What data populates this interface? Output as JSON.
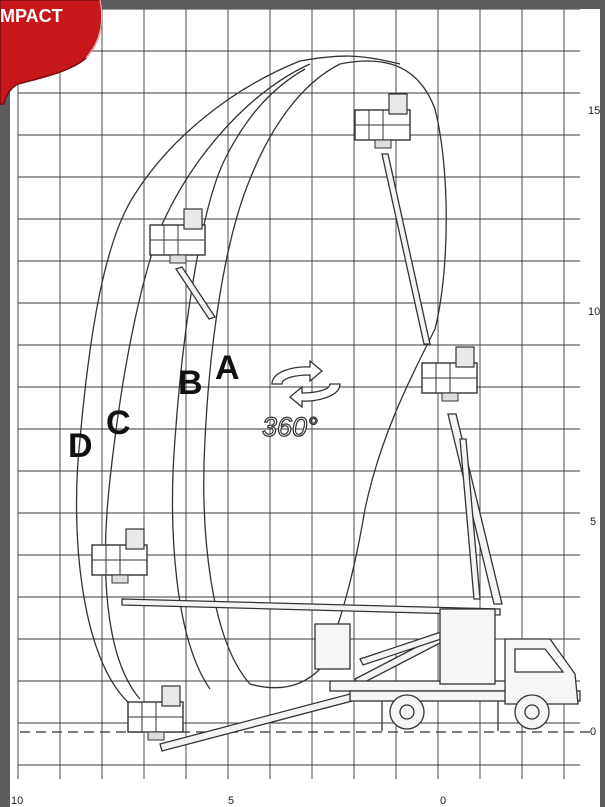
{
  "badge": {
    "text": "MPACT",
    "color": "#c8161d"
  },
  "axis": {
    "y_ticks": [
      "15",
      "10",
      "5",
      "0"
    ],
    "x_ticks": [
      "10",
      "5",
      "0"
    ]
  },
  "envelopes": {
    "labels": {
      "A": "A",
      "B": "B",
      "C": "C",
      "D": "D"
    }
  },
  "rotation": {
    "label": "360°"
  },
  "colors": {
    "frame": "#5c5c5c",
    "grid": "#3a3a3a",
    "line": "#333333",
    "badge": "#c8161d"
  }
}
